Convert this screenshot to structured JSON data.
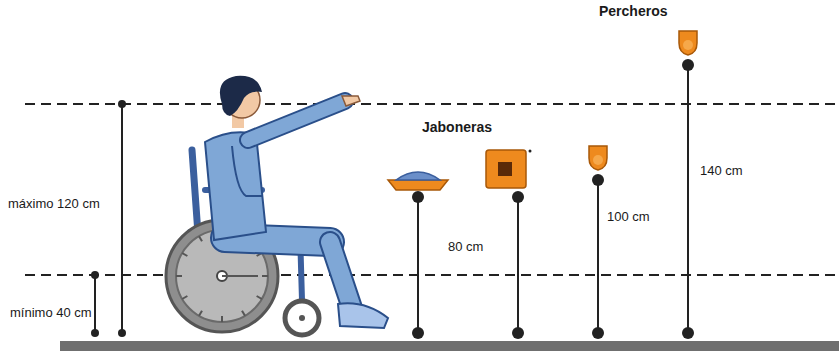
{
  "diagram": {
    "labels": [
      "Percheros",
      "Jaboneras",
      "máximo 120 cm",
      "mínimo 40 cm",
      "80 cm",
      "100 cm",
      "140 cm"
    ]
  }
}
